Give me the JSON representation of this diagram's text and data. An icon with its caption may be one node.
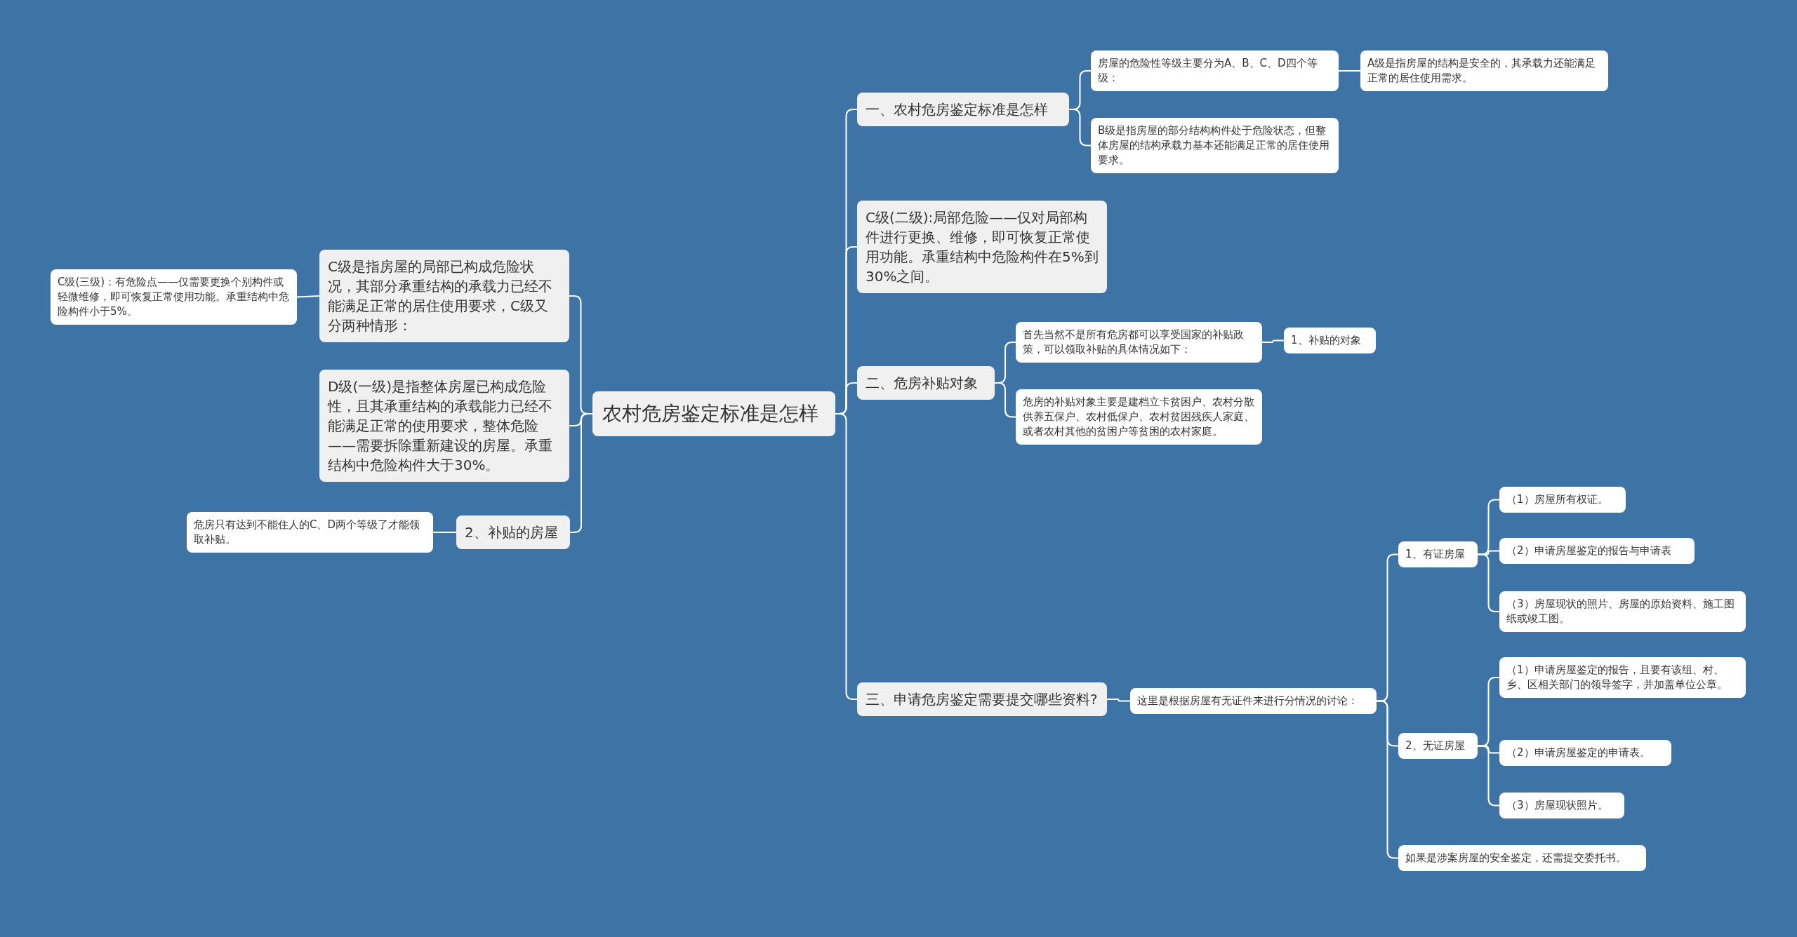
{
  "diagram": {
    "nodes": [
      {
        "text": [
          "农村危房鉴定标准是怎样"
        ]
      },
      {
        "text": [
          "一、农村危房鉴定标准是怎样"
        ]
      },
      {
        "text": [
          "房屋的危险性等级主要分为A、B、C、D四个等级："
        ]
      },
      {
        "text": [
          "A级是指房屋的结构是安全的，其承载力还能满足正常的居住使用需求。"
        ]
      },
      {
        "text": [
          "B级是指房屋的部分结构构件处于危险状态，但整体房屋的结构承载力基本还能满足正常的居住使用要求。"
        ]
      },
      {
        "text": [
          "C级(二级):局部危险——仅对局部构件进行更换、维修，即可恢复正常使用功能。承重结构中危险构件在5%到30%之间。"
        ]
      },
      {
        "text": [
          "二、危房补贴对象"
        ]
      },
      {
        "text": [
          "首先当然不是所有危房都可以享受国家的补贴政策，可以领取补贴的具体情况如下："
        ]
      },
      {
        "text": [
          "1、补贴的对象"
        ]
      },
      {
        "text": [
          "危房的补贴对象主要是建档立卡贫困户、农村分散供养五保户、农村低保户、农村贫困残疾人家庭、或者农村其他的贫困户等贫困的农村家庭。"
        ]
      },
      {
        "text": [
          "三、申请危房鉴定需要提交哪些资料?"
        ]
      },
      {
        "text": [
          "这里是根据房屋有无证件来进行分情况的讨论："
        ]
      },
      {
        "text": [
          "1、有证房屋"
        ]
      },
      {
        "text": [
          "（1）房屋所有权证。"
        ]
      },
      {
        "text": [
          "（2）申请房屋鉴定的报告与申请表"
        ]
      },
      {
        "text": [
          "（3）房屋现状的照片、房屋的原始资料、施工图纸或竣工图。"
        ]
      },
      {
        "text": [
          "2、无证房屋"
        ]
      },
      {
        "text": [
          "（1）申请房屋鉴定的报告，且要有该组、村、乡、区相关部门的领导签字，并加盖单位公章。"
        ]
      },
      {
        "text": [
          "（2）申请房屋鉴定的申请表。"
        ]
      },
      {
        "text": [
          "（3）房屋现状照片。"
        ]
      },
      {
        "text": [
          "如果是涉案房屋的安全鉴定，还需提交委托书。"
        ]
      },
      {
        "text": [
          "C级是指房屋的局部已构成危险状况，其部分承重结构的承载力已经不能满足正常的居住使用要求，C级又分两种情形："
        ]
      },
      {
        "text": [
          "C级(三级)：有危险点——仅需要更换个别构件或轻微维修，即可恢复正常使用功能。承重结构中危险构件小于5%。"
        ]
      },
      {
        "text": [
          "D级(一级)是指整体房屋已构成危险性，且其承重结构的承载能力已经不能满足正常的使用要求，整体危险——需要拆除重新建设的房屋。承重结构中危险构件大于30%。"
        ]
      },
      {
        "text": [
          "2、补贴的房屋"
        ]
      },
      {
        "text": [
          "危房只有达到不能住人的C、D两个等级了才能领取补贴。"
        ]
      }
    ],
    "edges": [
      {
        "from": 0,
        "to": 1,
        "arrow": "none"
      },
      {
        "from": 0,
        "to": 5,
        "arrow": "none"
      },
      {
        "from": 0,
        "to": 6,
        "arrow": "none"
      },
      {
        "from": 0,
        "to": 10,
        "arrow": "none"
      },
      {
        "from": 1,
        "to": 2,
        "arrow": "none"
      },
      {
        "from": 1,
        "to": 4,
        "arrow": "none"
      },
      {
        "from": 2,
        "to": 3,
        "arrow": "none"
      },
      {
        "from": 6,
        "to": 7,
        "arrow": "none"
      },
      {
        "from": 6,
        "to": 9,
        "arrow": "none"
      },
      {
        "from": 7,
        "to": 8,
        "arrow": "none"
      },
      {
        "from": 10,
        "to": 11,
        "arrow": "none"
      },
      {
        "from": 11,
        "to": 12,
        "arrow": "none"
      },
      {
        "from": 11,
        "to": 16,
        "arrow": "none"
      },
      {
        "from": 11,
        "to": 20,
        "arrow": "none"
      },
      {
        "from": 12,
        "to": 13,
        "arrow": "none"
      },
      {
        "from": 12,
        "to": 14,
        "arrow": "none"
      },
      {
        "from": 12,
        "to": 15,
        "arrow": "none"
      },
      {
        "from": 16,
        "to": 17,
        "arrow": "none"
      },
      {
        "from": 16,
        "to": 18,
        "arrow": "none"
      },
      {
        "from": 16,
        "to": 19,
        "arrow": "none"
      },
      {
        "from": 0,
        "to": 21,
        "arrow": "none"
      },
      {
        "from": 0,
        "to": 23,
        "arrow": "none"
      },
      {
        "from": 0,
        "to": 24,
        "arrow": "none"
      },
      {
        "from": 21,
        "to": 22,
        "arrow": "none"
      },
      {
        "from": 24,
        "to": 25,
        "arrow": "none"
      }
    ]
  }
}
